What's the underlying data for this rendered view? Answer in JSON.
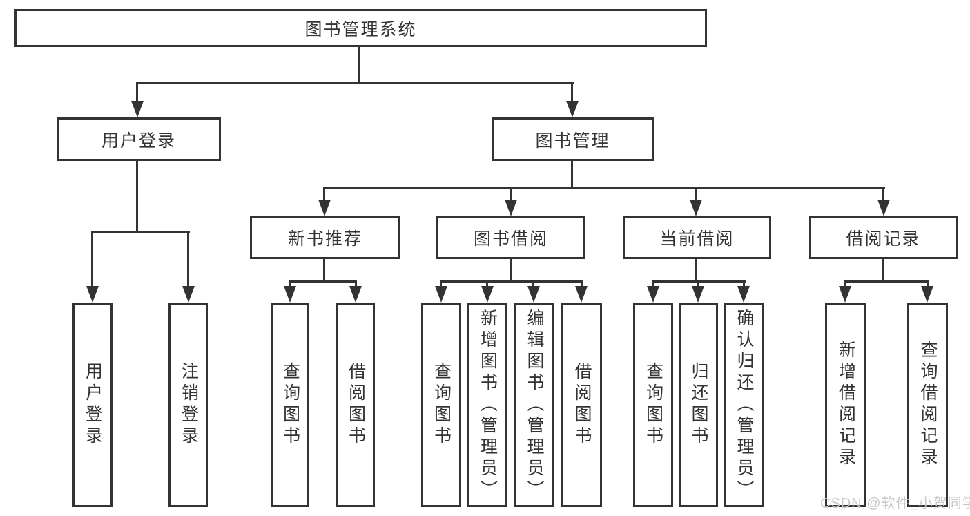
{
  "diagram": {
    "root": "图书管理系统",
    "login": {
      "label": "用户登录",
      "children": [
        "用户登录",
        "注销登录"
      ]
    },
    "management": {
      "label": "图书管理",
      "groups": [
        {
          "label": "新书推荐",
          "children": [
            "查询图书",
            "借阅图书"
          ]
        },
        {
          "label": "图书借阅",
          "children": [
            "查询图书",
            "新增图书（管理员）",
            "编辑图书（管理员）",
            "借阅图书"
          ]
        },
        {
          "label": "当前借阅",
          "children": [
            "查询图书",
            "归还图书",
            "确认归还（管理员）"
          ]
        },
        {
          "label": "借阅记录",
          "children": [
            "新增借阅记录",
            "查询借阅记录"
          ]
        }
      ]
    }
  },
  "watermark": "CSDN @软件_小贺同学",
  "colors": {
    "line": "#333333",
    "text": "#333333",
    "watermark": "#c9c9c9",
    "background": "#ffffff"
  }
}
